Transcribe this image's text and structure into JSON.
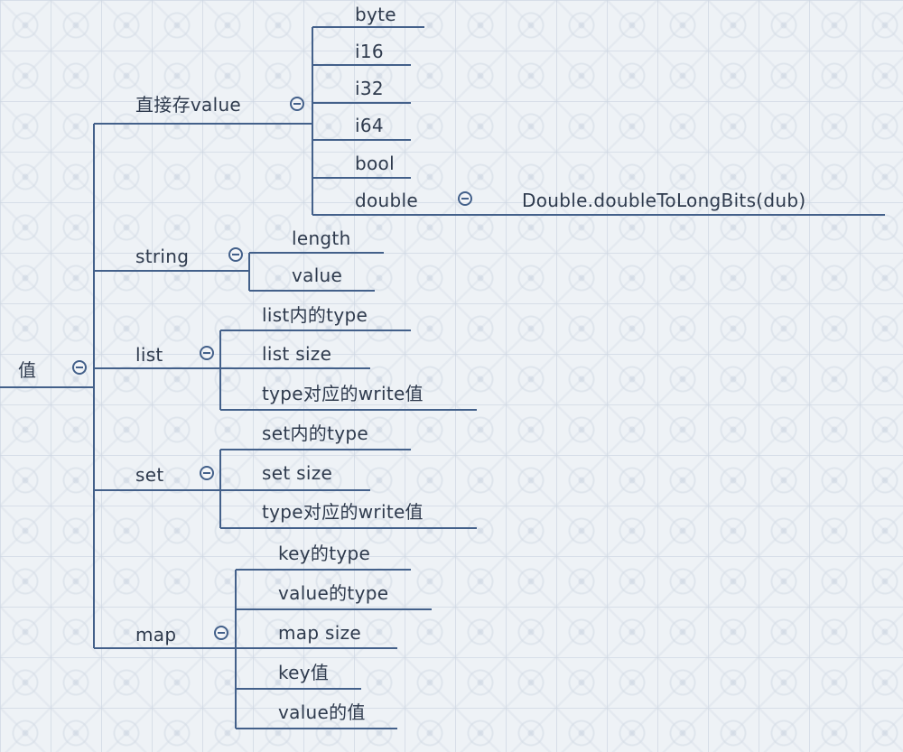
{
  "mindmap": {
    "root": {
      "label": "值",
      "collapse_icon": "minus-circle-icon"
    },
    "branches": [
      {
        "label": "直接存value",
        "collapse_icon": "minus-circle-icon",
        "children": [
          {
            "label": "byte"
          },
          {
            "label": "i16"
          },
          {
            "label": "i32"
          },
          {
            "label": "i64"
          },
          {
            "label": "bool"
          },
          {
            "label": "double",
            "collapse_icon": "minus-circle-icon",
            "children": [
              {
                "label": "Double.doubleToLongBits(dub)"
              }
            ]
          }
        ]
      },
      {
        "label": "string",
        "collapse_icon": "minus-circle-icon",
        "children": [
          {
            "label": "length"
          },
          {
            "label": "value"
          }
        ]
      },
      {
        "label": "list",
        "collapse_icon": "minus-circle-icon",
        "children": [
          {
            "label": "list内的type"
          },
          {
            "label": "list size"
          },
          {
            "label": "type对应的write值"
          }
        ]
      },
      {
        "label": "set",
        "collapse_icon": "minus-circle-icon",
        "children": [
          {
            "label": "set内的type"
          },
          {
            "label": "set size"
          },
          {
            "label": "type对应的write值"
          }
        ]
      },
      {
        "label": "map",
        "collapse_icon": "minus-circle-icon",
        "children": [
          {
            "label": "key的type"
          },
          {
            "label": "value的type"
          },
          {
            "label": "map size"
          },
          {
            "label": "key值"
          },
          {
            "label": "value的值"
          }
        ]
      }
    ],
    "line_color": "#43608a",
    "text_color": "#2e3a4d"
  }
}
